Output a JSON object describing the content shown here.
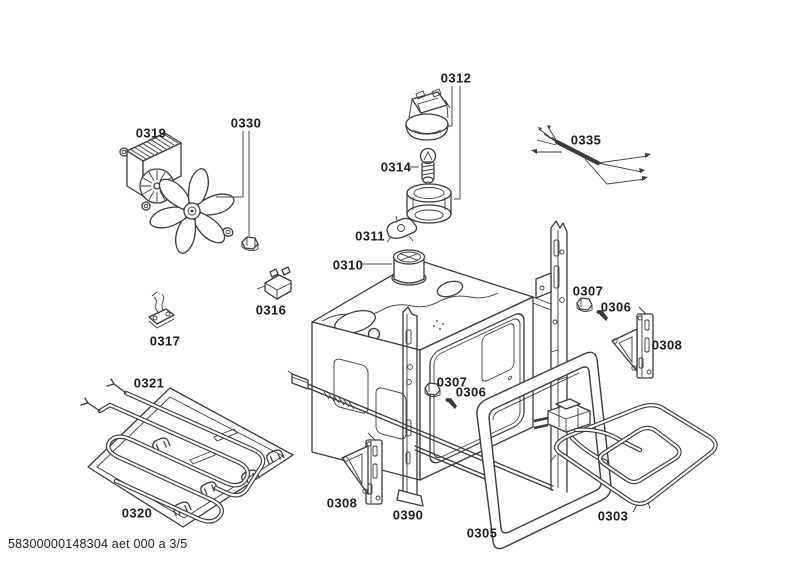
{
  "page": {
    "footer_code": "58300000148304 aet 000 a 3/5"
  },
  "labels": [
    {
      "text": "0319"
    },
    {
      "text": "0330"
    },
    {
      "text": "0312"
    },
    {
      "text": "0314"
    },
    {
      "text": "0335"
    },
    {
      "text": "0311"
    },
    {
      "text": "0310"
    },
    {
      "text": "0316"
    },
    {
      "text": "0317"
    },
    {
      "text": "0307"
    },
    {
      "text": "0306"
    },
    {
      "text": "0308"
    },
    {
      "text": "0321"
    },
    {
      "text": "0307"
    },
    {
      "text": "0306"
    },
    {
      "text": "0320"
    },
    {
      "text": "0308"
    },
    {
      "text": "0390"
    },
    {
      "text": "0305"
    },
    {
      "text": "0303"
    }
  ]
}
